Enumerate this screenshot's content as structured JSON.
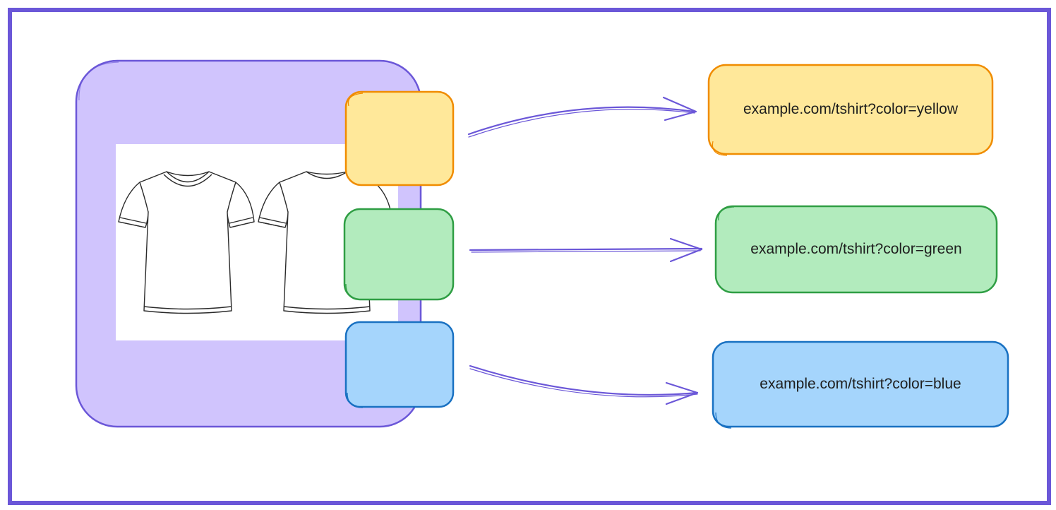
{
  "colors": {
    "frame": "#6b57d8",
    "product_card_fill": "#d0c4fd",
    "product_card_stroke": "#6b57d8",
    "yellow_fill": "#ffe89a",
    "yellow_stroke": "#f08c00",
    "green_fill": "#b2ebbd",
    "green_stroke": "#2f9e44",
    "blue_fill": "#a5d5fc",
    "blue_stroke": "#1971c2",
    "arrow": "#6b57d8",
    "url_text": "#1e1e1e"
  },
  "product_card": {
    "image_icon": "tshirt-icon"
  },
  "swatches": [
    {
      "color": "yellow"
    },
    {
      "color": "green"
    },
    {
      "color": "blue"
    }
  ],
  "urls": [
    {
      "label": "example.com/tshirt?color=yellow",
      "color": "yellow"
    },
    {
      "label": "example.com/tshirt?color=green",
      "color": "green"
    },
    {
      "label": "example.com/tshirt?color=blue",
      "color": "blue"
    }
  ]
}
